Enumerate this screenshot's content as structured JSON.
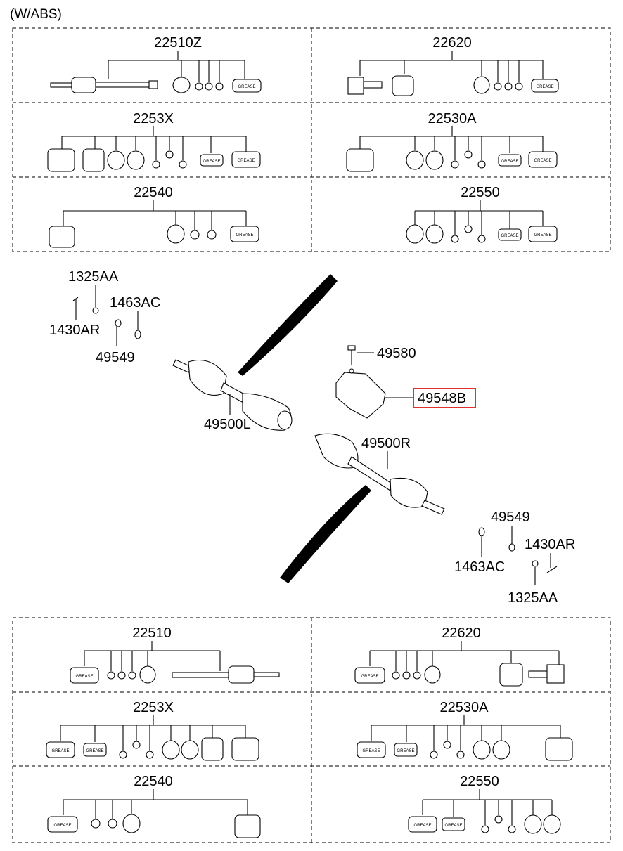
{
  "header": {
    "variant": "(W/ABS)"
  },
  "top_grid": {
    "cells": [
      {
        "code": "22510Z"
      },
      {
        "code": "22620"
      },
      {
        "code": "2253X"
      },
      {
        "code": "22530A"
      },
      {
        "code": "22540"
      },
      {
        "code": "22550"
      }
    ]
  },
  "bottom_grid": {
    "cells": [
      {
        "code": "22510"
      },
      {
        "code": "22620"
      },
      {
        "code": "2253X"
      },
      {
        "code": "22530A"
      },
      {
        "code": "22540"
      },
      {
        "code": "22550"
      }
    ]
  },
  "grease_label": "GREASE",
  "callouts": {
    "left_1325AA": "1325AA",
    "left_1463AC": "1463AC",
    "left_1430AR": "1430AR",
    "left_49549": "49549",
    "bolt_49580": "49580",
    "bracket_49548B": "49548B",
    "shaft_49500L": "49500L",
    "shaft_49500R": "49500R",
    "right_49549": "49549",
    "right_1430AR": "1430AR",
    "right_1463AC": "1463AC",
    "right_1325AA": "1325AA"
  },
  "colors": {
    "highlight": "#e03030",
    "line": "#000000"
  }
}
